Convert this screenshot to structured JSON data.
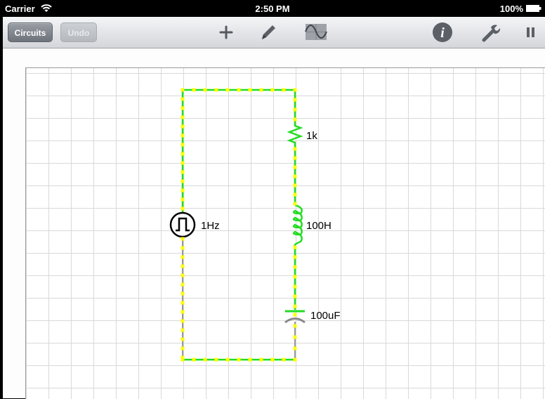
{
  "status_bar": {
    "carrier": "Carrier",
    "time": "2:50 PM",
    "battery": "100%"
  },
  "toolbar": {
    "circuits_label": "Circuits",
    "undo_label": "Undo",
    "tools": [
      "add-icon",
      "pencil-icon",
      "oscilloscope-icon",
      "info-icon",
      "wrench-icon",
      "pause-icon"
    ]
  },
  "circuit": {
    "source_label": "1Hz",
    "resistor_label": "1k",
    "inductor_label": "100H",
    "capacitor_label": "100uF"
  },
  "colors": {
    "wire_active": "#22dd22",
    "current_dot": "#ffff00",
    "wire_inactive": "#999999"
  }
}
